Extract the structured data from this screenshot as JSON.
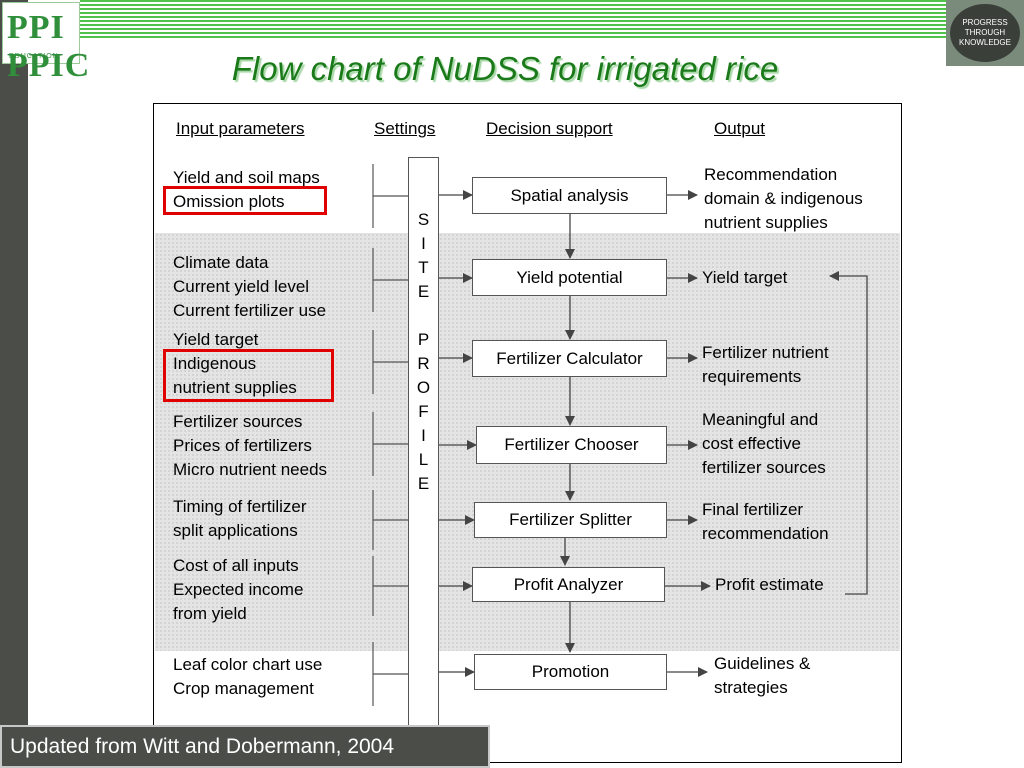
{
  "title": "Flow chart of NuDSS for irrigated rice",
  "logos": {
    "left_text": "PPI PPIC",
    "left_sub": "EDUCATION",
    "right_text": "PROGRESS THROUGH KNOWLEDGE"
  },
  "headers": {
    "input": "Input parameters",
    "settings": "Settings",
    "decision": "Decision support",
    "output": "Output"
  },
  "inputs": [
    {
      "lines": [
        "Yield and soil maps",
        "Omission plots"
      ]
    },
    {
      "lines": [
        "Climate data",
        "Current yield level",
        "Current fertilizer use"
      ]
    },
    {
      "lines": [
        "Yield target",
        "Indigenous",
        "nutrient supplies"
      ]
    },
    {
      "lines": [
        "Fertilizer sources",
        "Prices of fertilizers",
        "Micro nutrient needs"
      ]
    },
    {
      "lines": [
        "Timing of fertilizer",
        "split applications"
      ]
    },
    {
      "lines": [
        "Cost of all inputs",
        "Expected income",
        "from yield"
      ]
    },
    {
      "lines": [
        "Leaf color chart use",
        "Crop management"
      ]
    }
  ],
  "site_profile": {
    "letters": [
      "S",
      "I",
      "T",
      "E",
      "",
      "P",
      "R",
      "O",
      "F",
      "I",
      "L",
      "E"
    ]
  },
  "modules": [
    "Spatial analysis",
    "Yield potential",
    "Fertilizer Calculator",
    "Fertilizer Chooser",
    "Fertilizer Splitter",
    "Profit Analyzer",
    "Promotion"
  ],
  "outputs": [
    {
      "lines": [
        "Recommendation",
        "domain & indigenous",
        "nutrient supplies"
      ]
    },
    {
      "lines": [
        "Yield target"
      ]
    },
    {
      "lines": [
        "Fertilizer nutrient",
        "requirements"
      ]
    },
    {
      "lines": [
        "Meaningful and",
        "cost effective",
        "fertilizer sources"
      ]
    },
    {
      "lines": [
        "Final fertilizer",
        "recommendation"
      ]
    },
    {
      "lines": [
        "Profit estimate"
      ]
    },
    {
      "lines": [
        "Guidelines &",
        "strategies"
      ]
    }
  ],
  "credit": "Updated from Witt and Dobermann, 2004",
  "colors": {
    "title": "#1a7a1a",
    "highlight": "#e00000",
    "stripe": "#4fc24a",
    "band": "#4a4d48"
  }
}
